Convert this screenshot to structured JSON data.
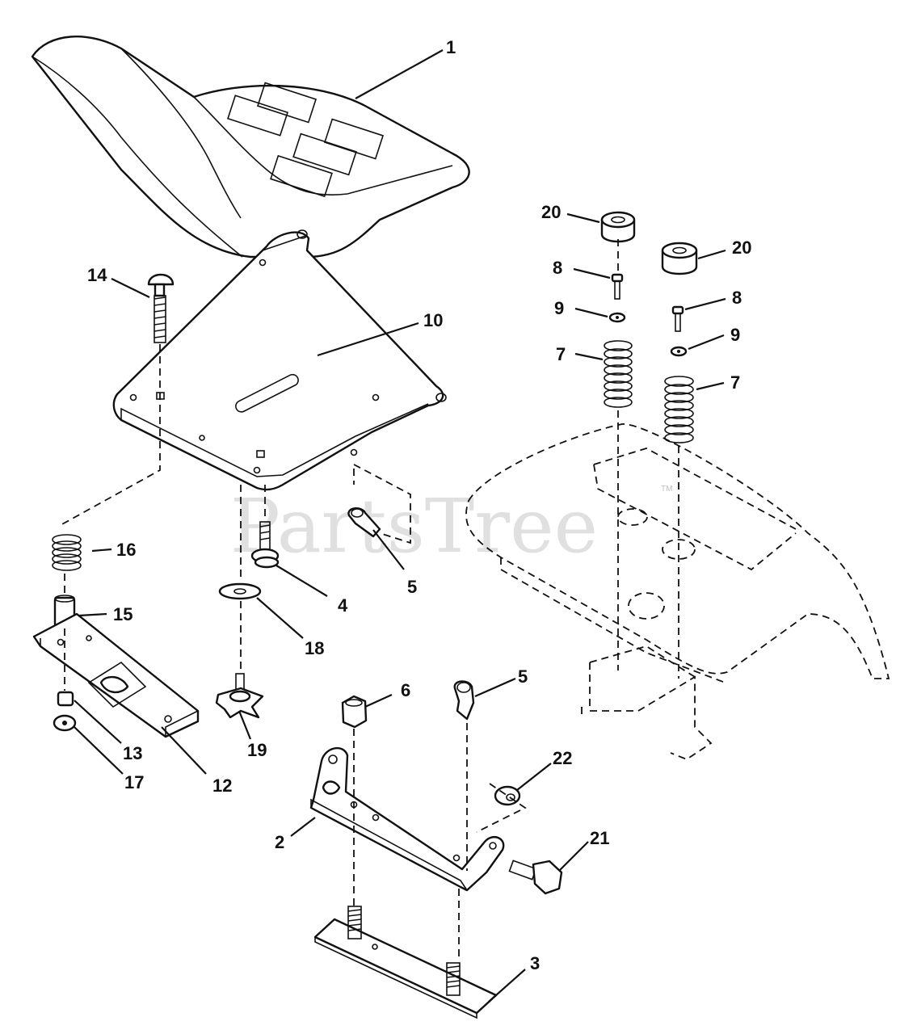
{
  "callouts": [
    {
      "id": "1",
      "label": "1"
    },
    {
      "id": "2",
      "label": "2"
    },
    {
      "id": "3",
      "label": "3"
    },
    {
      "id": "4",
      "label": "4"
    },
    {
      "id": "5a",
      "label": "5"
    },
    {
      "id": "5b",
      "label": "5"
    },
    {
      "id": "6",
      "label": "6"
    },
    {
      "id": "7a",
      "label": "7"
    },
    {
      "id": "7b",
      "label": "7"
    },
    {
      "id": "8a",
      "label": "8"
    },
    {
      "id": "8b",
      "label": "8"
    },
    {
      "id": "9a",
      "label": "9"
    },
    {
      "id": "9b",
      "label": "9"
    },
    {
      "id": "10",
      "label": "10"
    },
    {
      "id": "12",
      "label": "12"
    },
    {
      "id": "13",
      "label": "13"
    },
    {
      "id": "14",
      "label": "14"
    },
    {
      "id": "15",
      "label": "15"
    },
    {
      "id": "16",
      "label": "16"
    },
    {
      "id": "17",
      "label": "17"
    },
    {
      "id": "18",
      "label": "18"
    },
    {
      "id": "19",
      "label": "19"
    },
    {
      "id": "20a",
      "label": "20"
    },
    {
      "id": "20b",
      "label": "20"
    },
    {
      "id": "21",
      "label": "21"
    },
    {
      "id": "22",
      "label": "22"
    }
  ],
  "watermark": {
    "text": "PartsTree",
    "trademark": "TM"
  }
}
